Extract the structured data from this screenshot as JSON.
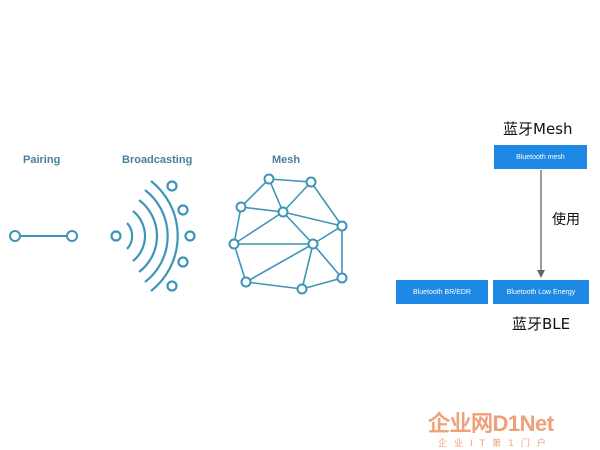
{
  "topologies": {
    "pairing": "Pairing",
    "broadcasting": "Broadcasting",
    "mesh": "Mesh"
  },
  "stack": {
    "mesh_title": "蓝牙Mesh",
    "mesh_box": "Bluetooth mesh",
    "uses_label": "使用",
    "ble_box": "Bluetooth Low Energy",
    "bredr_box": "Bluetooth BR/EDR",
    "ble_title": "蓝牙BLE"
  },
  "watermark": {
    "name": "企业网D1Net",
    "tagline": "企业IT第1门户"
  },
  "colors": {
    "node_stroke": "#3d95b8",
    "label_color": "#4a7fa0",
    "box_fill": "#1e88e5",
    "arrow": "#666666",
    "watermark": "#f0a078"
  }
}
